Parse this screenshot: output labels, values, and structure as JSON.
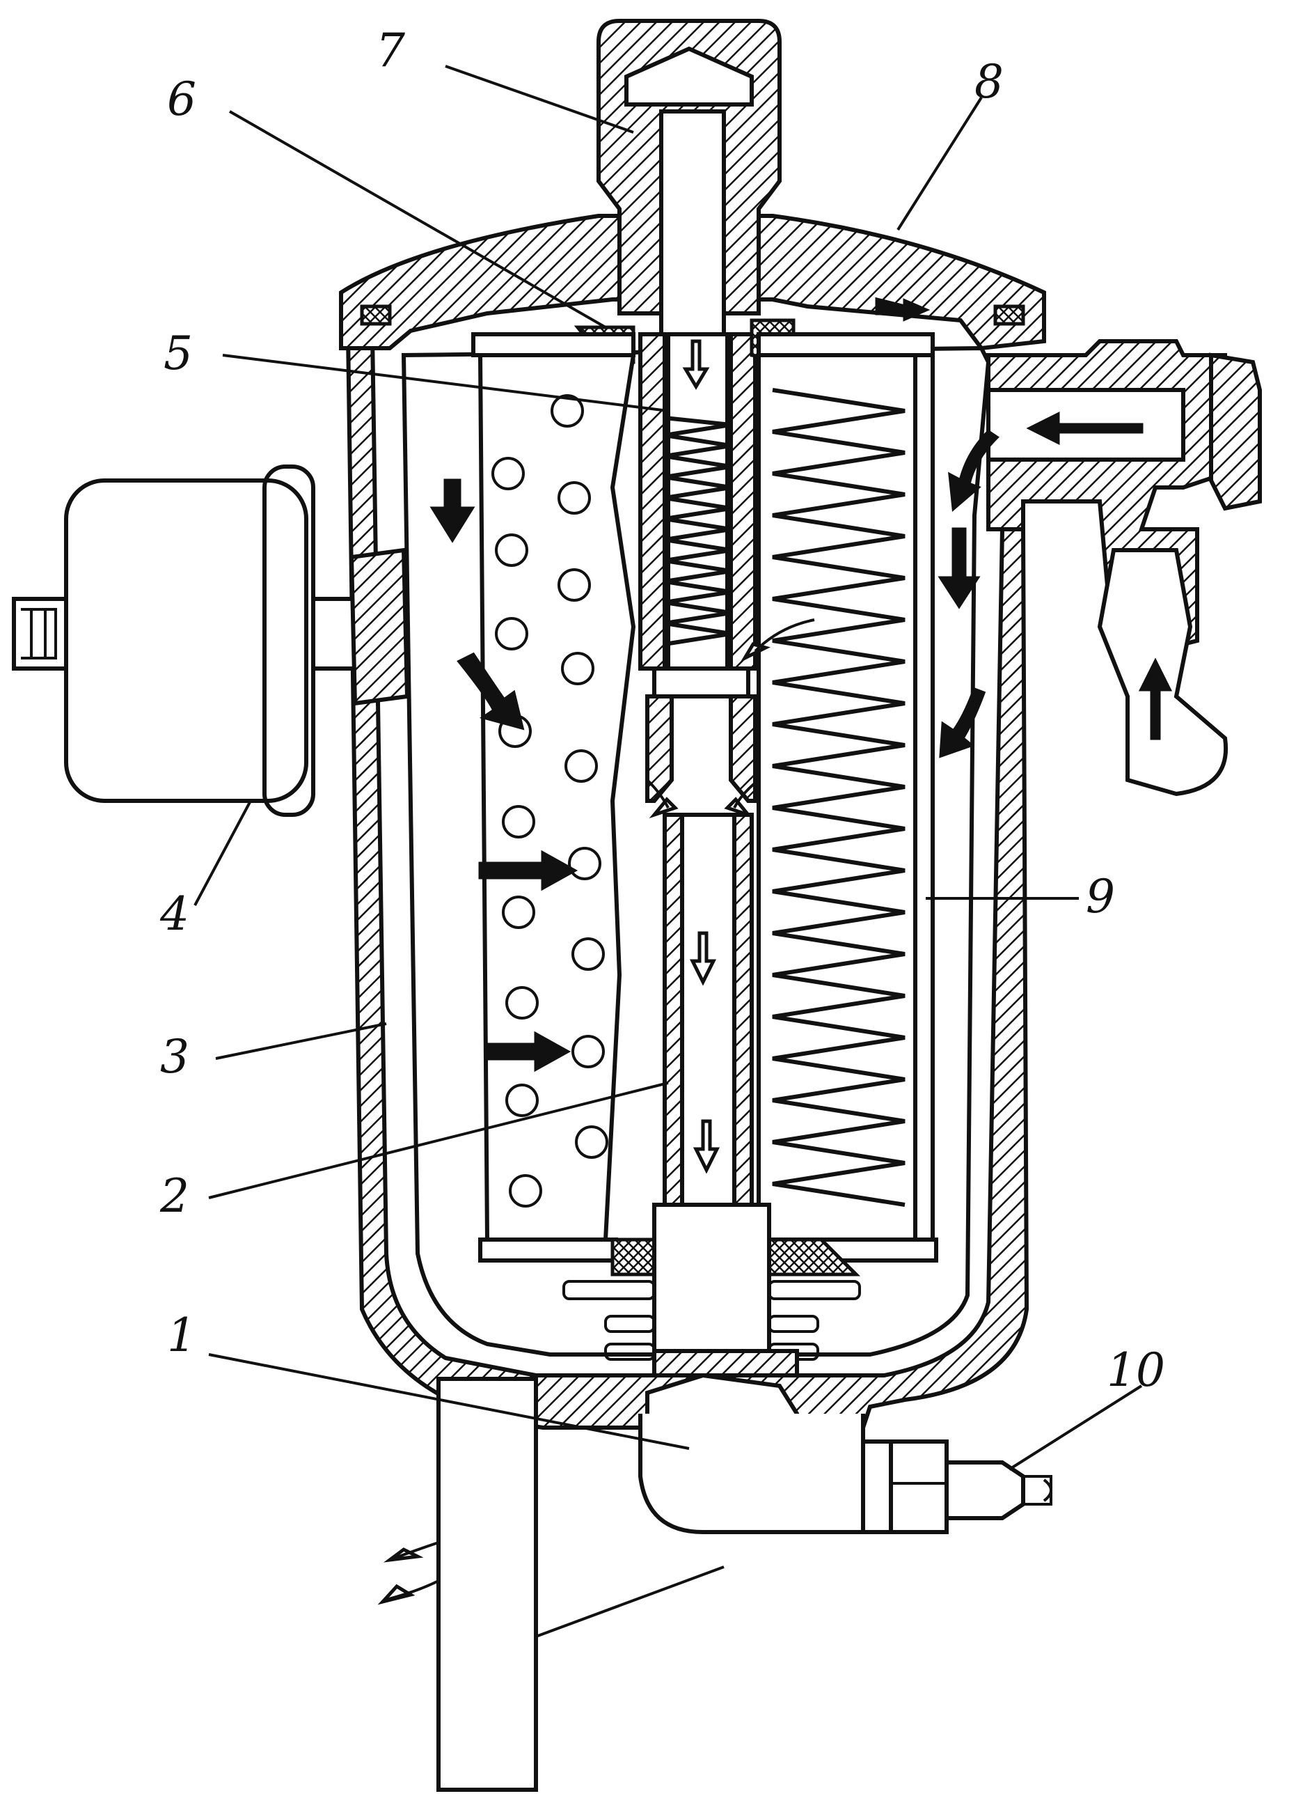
{
  "diagram": {
    "callouts": [
      {
        "id": "1",
        "label": "1"
      },
      {
        "id": "2",
        "label": "2"
      },
      {
        "id": "3",
        "label": "3"
      },
      {
        "id": "4",
        "label": "4"
      },
      {
        "id": "5",
        "label": "5"
      },
      {
        "id": "6",
        "label": "6"
      },
      {
        "id": "7",
        "label": "7"
      },
      {
        "id": "8",
        "label": "8"
      },
      {
        "id": "9",
        "label": "9"
      },
      {
        "id": "10",
        "label": "10"
      }
    ],
    "colors": {
      "ink": "#111111",
      "paper": "#ffffff"
    }
  }
}
